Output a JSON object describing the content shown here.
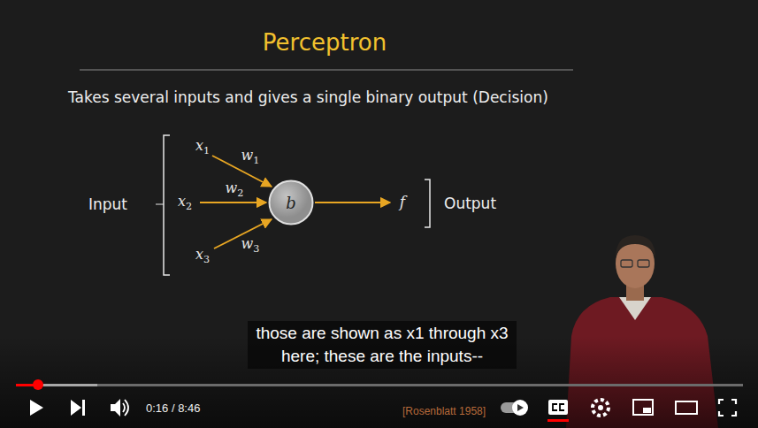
{
  "diagram": {
    "title": "Perceptron",
    "nodes": [
      {
        "text": [
          "b"
        ]
      }
    ],
    "labels": [
      "Takes several inputs and gives a single binary output (Decision)",
      "Input",
      "x1",
      "w1",
      "x2",
      "w2",
      "x3",
      "w3",
      "f",
      "Output",
      "those are shown as x1 through x3 here; these are the inputs--",
      "0:16 / 8:46",
      "[Rosenblatt 1958]"
    ]
  }
}
